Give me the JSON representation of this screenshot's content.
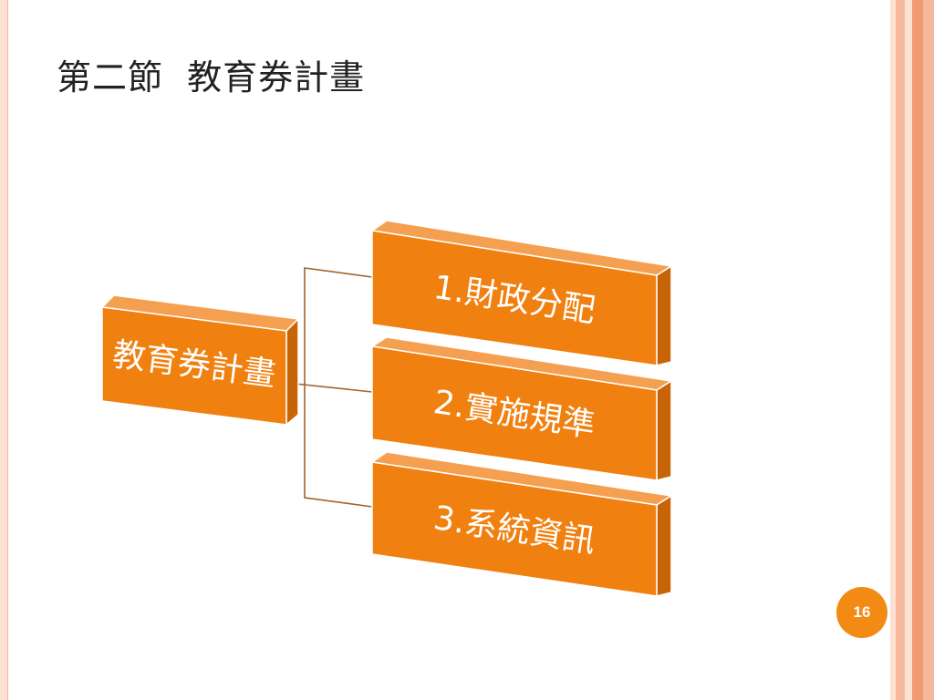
{
  "slide": {
    "title": "第二節  教育券計畫",
    "page_number": "16"
  },
  "diagram": {
    "root": {
      "label": "教育券計畫"
    },
    "children": [
      {
        "label": "1.財政分配"
      },
      {
        "label": "2.實施規準"
      },
      {
        "label": "3.系統資訊"
      }
    ]
  },
  "colors": {
    "box_front": "#f08010",
    "box_top": "#f5a050",
    "box_side": "#c86408",
    "connector": "#a0622a",
    "stripe_light": "#fde2d3",
    "stripe_mid": "#f6b89a",
    "stripe_dark": "#f19a74",
    "badge": "#f28a14",
    "left_border": "#f6b89a"
  }
}
